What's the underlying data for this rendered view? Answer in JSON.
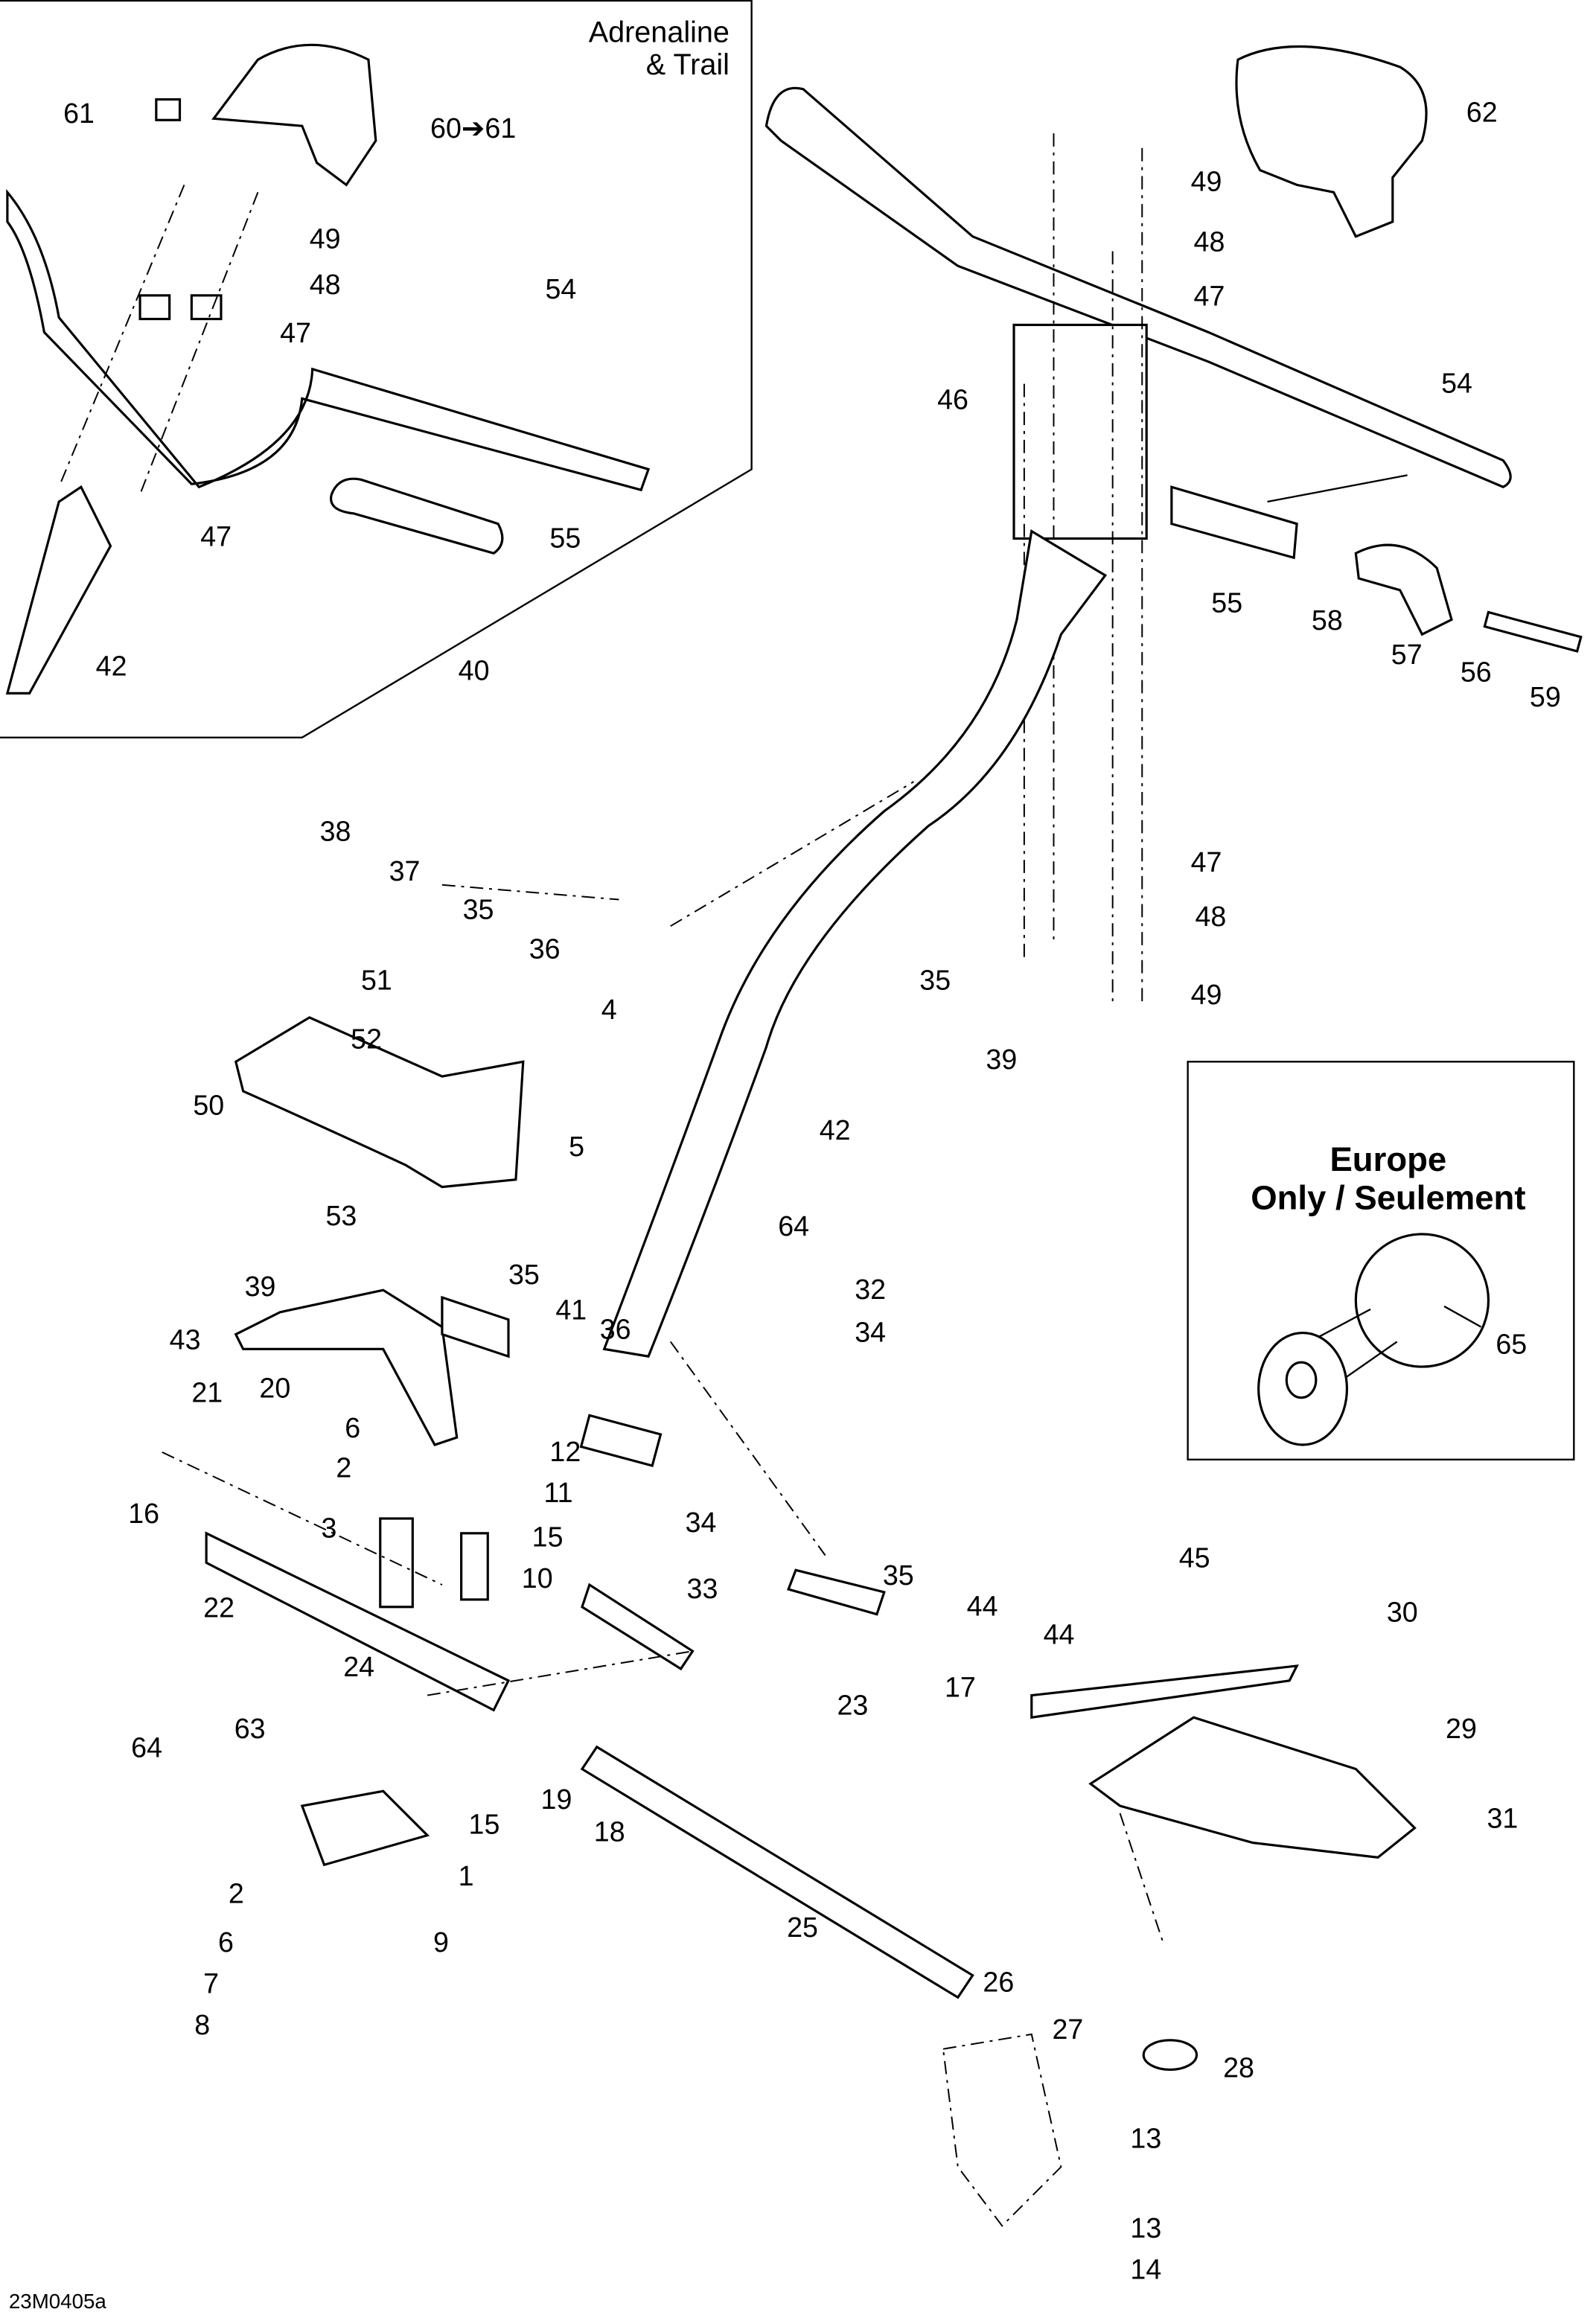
{
  "diagram_code": "23M0405a",
  "inset": {
    "title_line1": "Adrenaline",
    "title_line2": "& Trail"
  },
  "horn_box": {
    "title_line1": "Europe",
    "title_line2": "Only / Seulement",
    "callout": "65"
  },
  "callouts": [
    "61",
    "60➔61",
    "49",
    "48",
    "47",
    "54",
    "47",
    "55",
    "42",
    "62",
    "49",
    "48",
    "47",
    "54",
    "46",
    "55",
    "58",
    "57",
    "56",
    "59",
    "40",
    "38",
    "37",
    "35",
    "36",
    "47",
    "48",
    "49",
    "35",
    "39",
    "42",
    "51",
    "4",
    "52",
    "50",
    "5",
    "53",
    "64",
    "35",
    "32",
    "39",
    "41",
    "34",
    "43",
    "36",
    "21",
    "20",
    "6",
    "12",
    "2",
    "11",
    "16",
    "3",
    "15",
    "34",
    "35",
    "44",
    "10",
    "22",
    "33",
    "45",
    "44",
    "30",
    "17",
    "24",
    "23",
    "29",
    "64",
    "63",
    "19",
    "18",
    "15",
    "31",
    "1",
    "2",
    "6",
    "9",
    "25",
    "7",
    "8",
    "26",
    "27",
    "28",
    "13",
    "13",
    "14"
  ],
  "colors": {
    "ink": "#000000",
    "paper": "#ffffff"
  }
}
